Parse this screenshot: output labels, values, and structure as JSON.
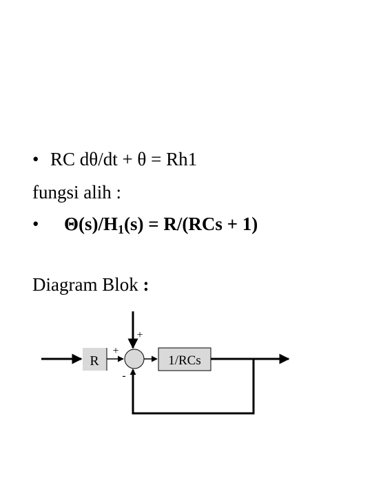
{
  "slide": {
    "line1": {
      "bullet": "•",
      "text": "RC dθ/dt + θ = Rh1"
    },
    "line2": {
      "text": "fungsi alih :"
    },
    "line3": {
      "bullet": "•",
      "lhs_open": "Θ(s)/H",
      "lhs_sub": "1",
      "lhs_close": "(s) = R/(RCs + 1)"
    },
    "line4": {
      "text": "Diagram Blok",
      "colon": " :"
    }
  },
  "diagram": {
    "block_r": "R",
    "block_tf": "1/RCs",
    "sign_top": "+",
    "sign_left": "+",
    "sign_bottom": "-"
  }
}
